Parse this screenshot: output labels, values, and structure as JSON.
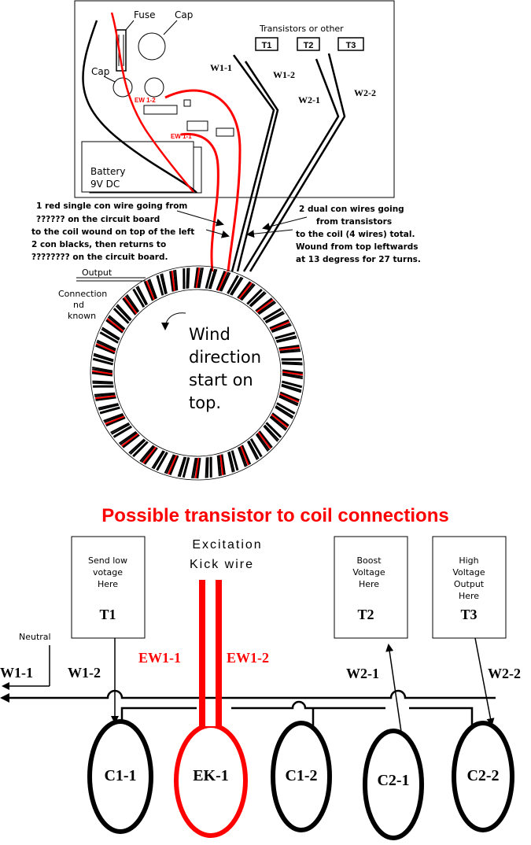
{
  "board": {
    "fuse_label": "Fuse",
    "cap_label_top": "Cap",
    "cap_label_left": "Cap",
    "transistors_caption": "Transistors or other",
    "t1": "T1",
    "t2": "T2",
    "t3": "T3",
    "w11": "W1-1",
    "w12": "W1-2",
    "w21": "W2-1",
    "w22": "W2-2",
    "ew12": "EW 1-2",
    "ew11": "EW 1-1",
    "battery_line1": "Battery",
    "battery_line2": "9V DC"
  },
  "notes": {
    "left": [
      "1 red single con wire going from",
      "?????? on the circuit board",
      "to the coil wound on top of the left",
      "2 con blacks, then returns to",
      "???????? on the circuit board."
    ],
    "right": [
      "2 dual con wires going",
      "from transistors",
      "to the coil (4 wires) total.",
      "Wound from top leftwards",
      "at 13 degress for 27 turns."
    ]
  },
  "toroid": {
    "output_label": "Output",
    "connection_lines": [
      "Connection",
      "nd",
      "known"
    ],
    "wind_lines": [
      "Wind",
      "direction",
      "start on",
      "top."
    ]
  },
  "schematic": {
    "title": "Possible transistor to coil connections",
    "excitation_line1": "Excitation",
    "excitation_line2": "Kick wire",
    "t1_box": [
      "Send low",
      "votage",
      "Here"
    ],
    "t1": "T1",
    "t2_box": [
      "Boost",
      "Voltage",
      "Here"
    ],
    "t2": "T2",
    "t3_box": [
      "High",
      "Voltage",
      "Output",
      "Here"
    ],
    "t3": "T3",
    "neutral": "Neutral",
    "w11": "W1-1",
    "w12": "W1-2",
    "ew11": "EW1-1",
    "ew12": "EW1-2",
    "w21": "W2-1",
    "w22": "W2-2",
    "coils": [
      "C1-1",
      "EK-1",
      "C1-2",
      "C2-1",
      "C2-2"
    ]
  },
  "colors": {
    "red": "#ff0000",
    "black": "#000000",
    "white": "#ffffff"
  }
}
